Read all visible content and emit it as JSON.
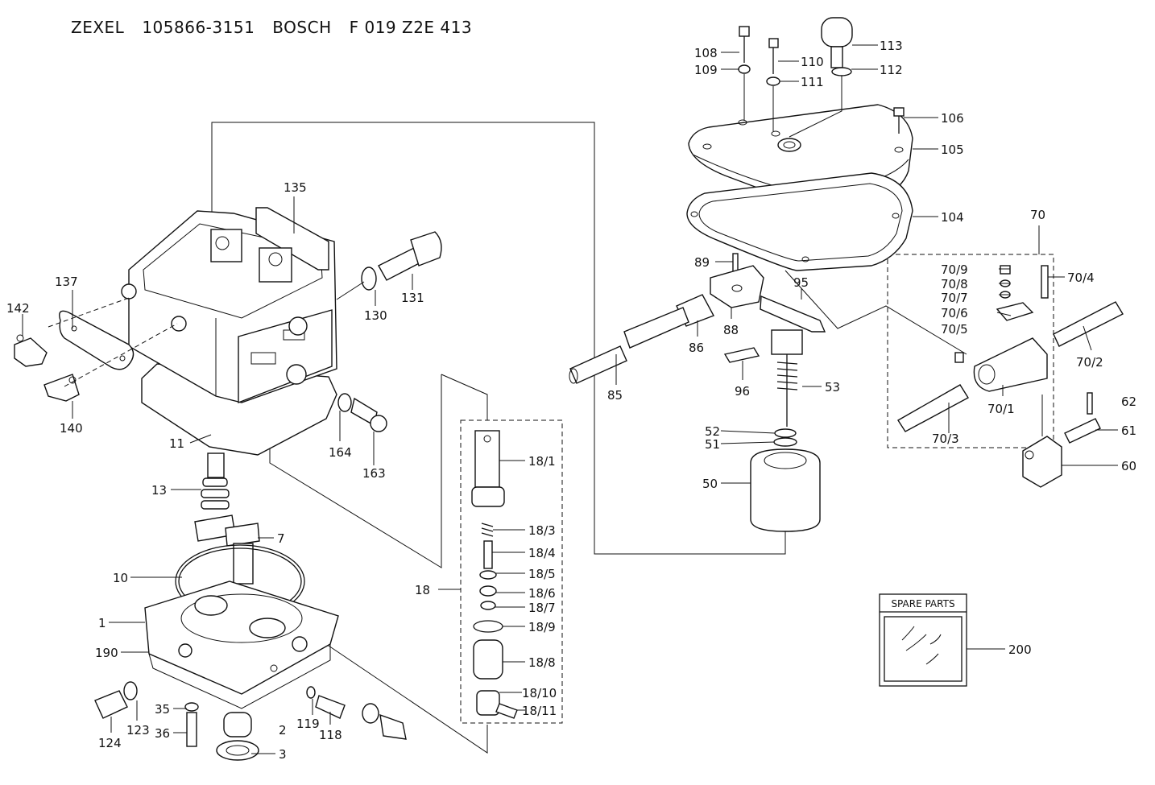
{
  "header": {
    "brand1": "ZEXEL",
    "part1": "105866-3151",
    "brand2": "BOSCH",
    "part2": "F 019 Z2E 413"
  },
  "spare_parts_label": "SPARE PARTS",
  "callouts": {
    "c108": "108",
    "c109": "109",
    "c110": "110",
    "c111": "111",
    "c113": "113",
    "c112": "112",
    "c106": "106",
    "c105": "105",
    "c104": "104",
    "c70": "70",
    "c70_9": "70/9",
    "c70_8": "70/8",
    "c70_7": "70/7",
    "c70_6": "70/6",
    "c70_5": "70/5",
    "c70_4": "70/4",
    "c70_2": "70/2",
    "c70_1": "70/1",
    "c70_3": "70/3",
    "c62": "62",
    "c61": "61",
    "c60": "60",
    "c89": "89",
    "c95": "95",
    "c88": "88",
    "c86": "86",
    "c85": "85",
    "c96": "96",
    "c53": "53",
    "c52": "52",
    "c51": "51",
    "c50": "50",
    "c135": "135",
    "c137": "137",
    "c142": "142",
    "c140": "140",
    "c130": "130",
    "c131": "131",
    "c164": "164",
    "c163": "163",
    "c11": "11",
    "c13": "13",
    "c7": "7",
    "c10": "10",
    "c1": "1",
    "c190": "190",
    "c124": "124",
    "c123": "123",
    "c35": "35",
    "c36": "36",
    "c2": "2",
    "c3": "3",
    "c119": "119",
    "c118": "118",
    "c18": "18",
    "c18_1": "18/1",
    "c18_3": "18/3",
    "c18_4": "18/4",
    "c18_5": "18/5",
    "c18_6": "18/6",
    "c18_7": "18/7",
    "c18_9": "18/9",
    "c18_8": "18/8",
    "c18_10": "18/10",
    "c18_11": "18/11",
    "c200": "200"
  }
}
